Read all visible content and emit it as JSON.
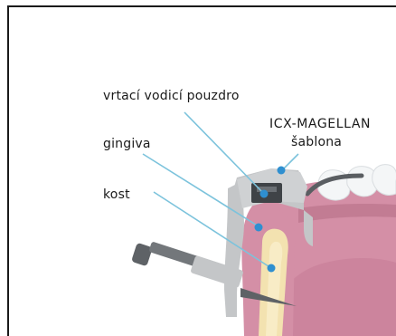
{
  "labels": {
    "drill_sleeve": "vrtací vodicí pouzdro",
    "brand": "ICX-MAGELLAN",
    "template": "šablona",
    "gingiva": "gingiva",
    "bone": "kost"
  },
  "colors": {
    "leader_line": "#7cc3dc",
    "marker_dot": "#2f8fd0",
    "gum": "#d48fa6",
    "gum_dark": "#b56f87",
    "bone": "#f3e2b0",
    "template_gray": "#c4c6c8",
    "tooth": "#f4f6f7",
    "instrument": "#5e6266"
  }
}
